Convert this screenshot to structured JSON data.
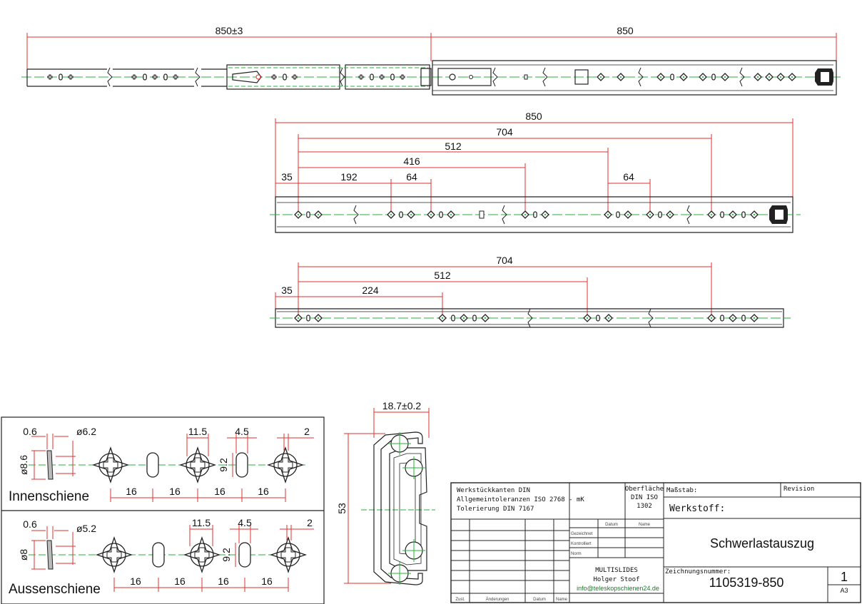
{
  "top_view": {
    "dim_extension": "850±3",
    "dim_length": "850"
  },
  "inner_view": {
    "dims": {
      "d850": "850",
      "d704": "704",
      "d512": "512",
      "d416": "416",
      "d35": "35",
      "d192": "192",
      "d64a": "64",
      "d64b": "64"
    }
  },
  "outer_view": {
    "dims": {
      "d704": "704",
      "d512": "512",
      "d35": "35",
      "d224": "224"
    }
  },
  "detail_inner": {
    "label": "Innenschiene",
    "d06": "0.6",
    "d62": "ø6.2",
    "d115": "11.5",
    "d45": "4.5",
    "d2": "2",
    "d86": "ø8.6",
    "d92": "9.2",
    "pitch": [
      "16",
      "16",
      "16",
      "16"
    ]
  },
  "detail_outer": {
    "label": "Aussenschiene",
    "d06": "0.6",
    "d52": "ø5.2",
    "d115": "11.5",
    "d45": "4.5",
    "d2": "2",
    "d8": "ø8",
    "d92": "9.2",
    "pitch": [
      "16",
      "16",
      "16",
      "16"
    ]
  },
  "cross_section": {
    "width": "18.7±0.2",
    "height": "53"
  },
  "title_block": {
    "notes": [
      "Werkstückkanten DIN",
      "Allgemeintoleranzen ISO 2768 - mK",
      "Tolerierung DIN 7167"
    ],
    "surface_label": "Oberfläche",
    "surface_values": [
      "DIN ISO",
      "1302"
    ],
    "scale_label": "Maßstab:",
    "revision_label": "Revision",
    "material_label": "Werkstoff:",
    "col_datum": "Datum",
    "col_name": "Name",
    "row_gezeichnet": "Gezeichnet",
    "row_kontrolliert": "Kontrolliert",
    "row_norm": "Norm",
    "title": "Schwerlastauszug",
    "company": "MULTISLIDES",
    "person": "Holger Stoof",
    "email": "info@teleskopschienen24.de",
    "drawing_no_label": "Zeichnungsnummer:",
    "drawing_no": "1105319-850",
    "sheet": "1",
    "format": "A3",
    "footer": [
      "Zust.",
      "Änderungen",
      "Datum",
      "Name"
    ]
  }
}
